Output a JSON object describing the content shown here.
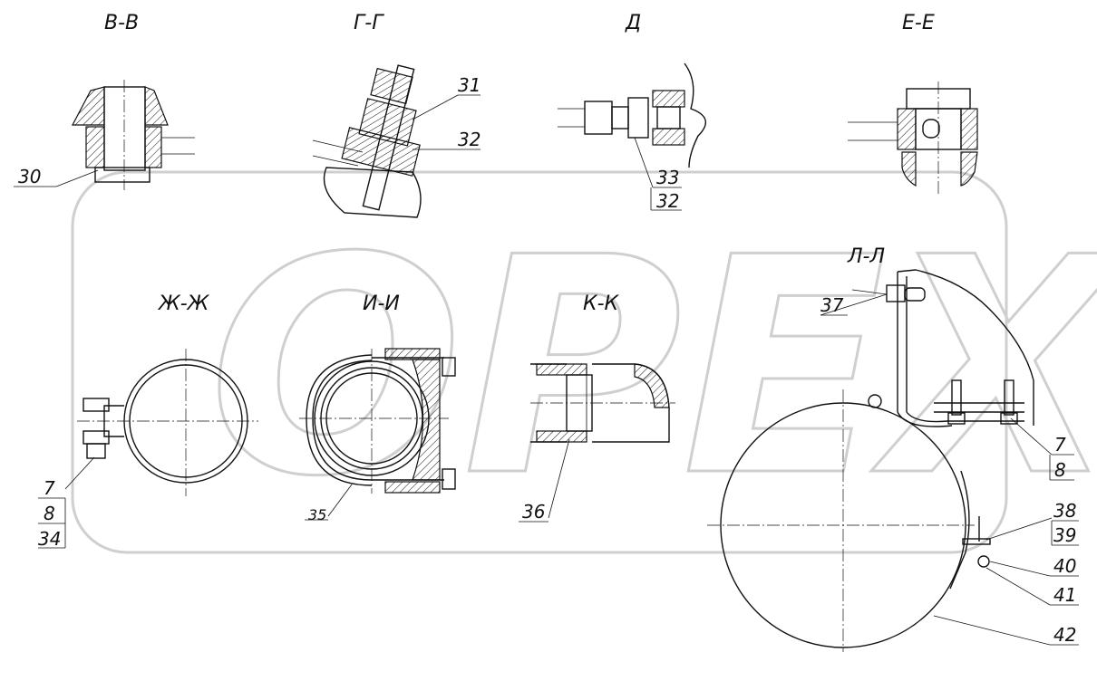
{
  "views": {
    "vv": "В-В",
    "gg": "Г-Г",
    "d": "Д",
    "ee": "Е-Е",
    "zhzh": "Ж-Ж",
    "ii": "И-И",
    "kk": "К-К",
    "ll": "Л-Л"
  },
  "callouts": {
    "c30": "30",
    "c31": "31",
    "c32a": "32",
    "c33": "33",
    "c32b": "32",
    "c7a": "7",
    "c8a": "8",
    "c34": "34",
    "c35": "35",
    "c36": "36",
    "c37": "37",
    "c7b": "7",
    "c8b": "8",
    "c38": "38",
    "c39": "39",
    "c40": "40",
    "c41": "41",
    "c42": "42"
  },
  "watermark": {
    "text": "OPEX",
    "color": "#cfcfcf"
  }
}
